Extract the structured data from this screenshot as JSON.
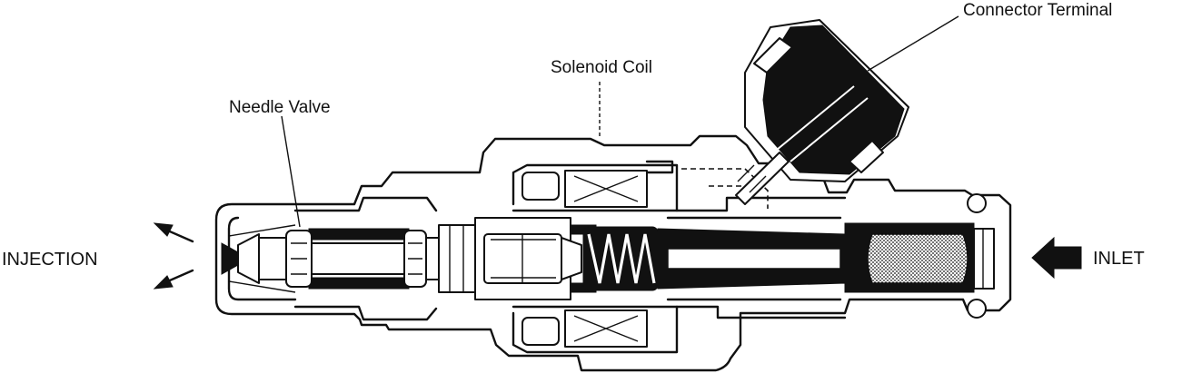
{
  "labels": {
    "connector_terminal": "Connector Terminal",
    "solenoid_coil": "Solenoid Coil",
    "needle_valve": "Needle Valve",
    "injection": "INJECTION",
    "inlet": "INLET"
  },
  "colors": {
    "ink": "#111111",
    "paper": "#ffffff"
  }
}
